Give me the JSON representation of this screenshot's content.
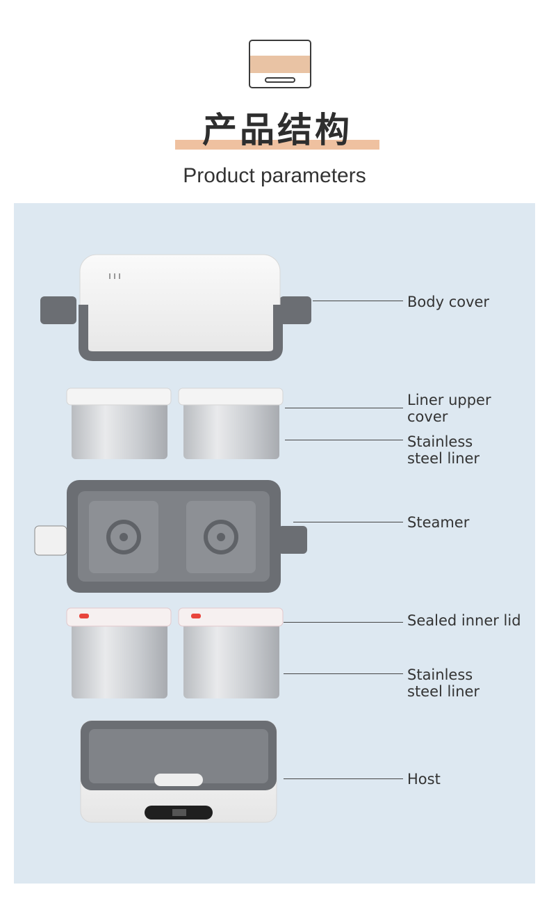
{
  "header": {
    "title_cn": "产品结构",
    "title_en": "Product parameters",
    "accent_color": "#efc1a0",
    "icon": "container-icon"
  },
  "panel": {
    "background": "#dde8f1"
  },
  "parts": [
    {
      "label": "Body cover"
    },
    {
      "label": "Liner upper\ncover"
    },
    {
      "label": "Stainless\nsteel liner"
    },
    {
      "label": "Steamer"
    },
    {
      "label": "Sealed inner lid"
    },
    {
      "label": "Stainless\nsteel liner"
    },
    {
      "label": "Host"
    }
  ]
}
